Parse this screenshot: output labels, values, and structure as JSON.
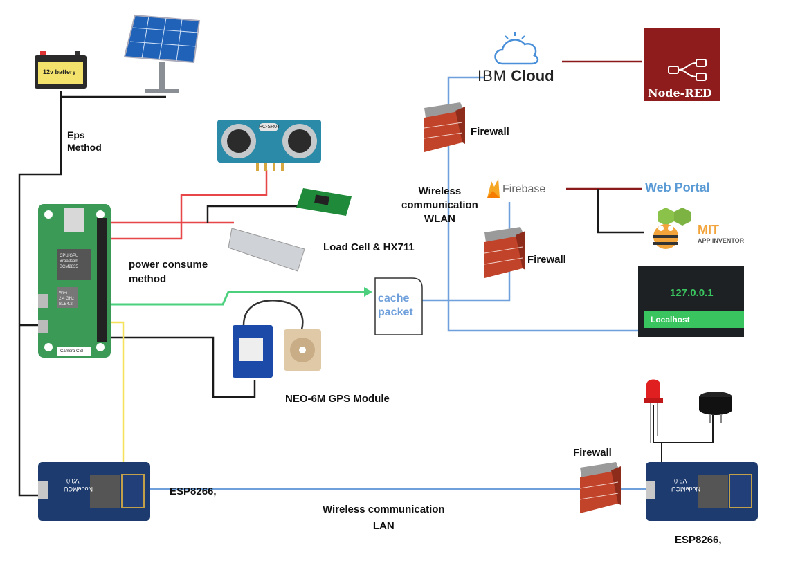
{
  "labels": {
    "eps_method": "Eps\nMethod",
    "battery_label": "12v battery",
    "hcsr04_label": "HC-SR04",
    "loadcell": "Load Cell & HX711",
    "power_consume": "power consume\nmethod",
    "gps": "NEO-6M GPS Module",
    "cache_packet": "cache\npacket",
    "wlan": "Wireless\ncommunication\nWLAN",
    "lan": "Wireless communication\nLAN",
    "esp_left": "ESP8266,",
    "esp_right": "ESP8266,",
    "firewall_1": "Firewall",
    "firewall_2": "Firewall",
    "firewall_3": "Firewall",
    "ibm_cloud_light": "IBM",
    "ibm_cloud_bold": "Cloud",
    "node_red": "Node-RED",
    "firebase": "Firebase",
    "web_portal": "Web Portal",
    "mit": "MIT",
    "app_inventor": "APP INVENTOR",
    "localhost_ip": "127.0.0.1",
    "localhost": "Localhost",
    "nodemcu_text": "NodeMCU",
    "nodemcu_ver": "V3.0",
    "pi_camera": "Camera CSI",
    "pi_chip": "CPU/GPU\nBroadcom\nBCM2835",
    "pi_wifi": "WiFi\n2.4 GHz\nBLE4.2"
  },
  "colors": {
    "black_wire": "#1a1a1a",
    "red_wire": "#e8474a",
    "green_wire": "#4cd07d",
    "yellow_wire": "#f5e15a",
    "blue_wire": "#6fa0dc",
    "darkred_wire": "#8b1a1a",
    "node_red_bg": "#8f1c1c",
    "localhost_green": "#3ac45f",
    "web_portal_blue": "#5b9bd5"
  }
}
